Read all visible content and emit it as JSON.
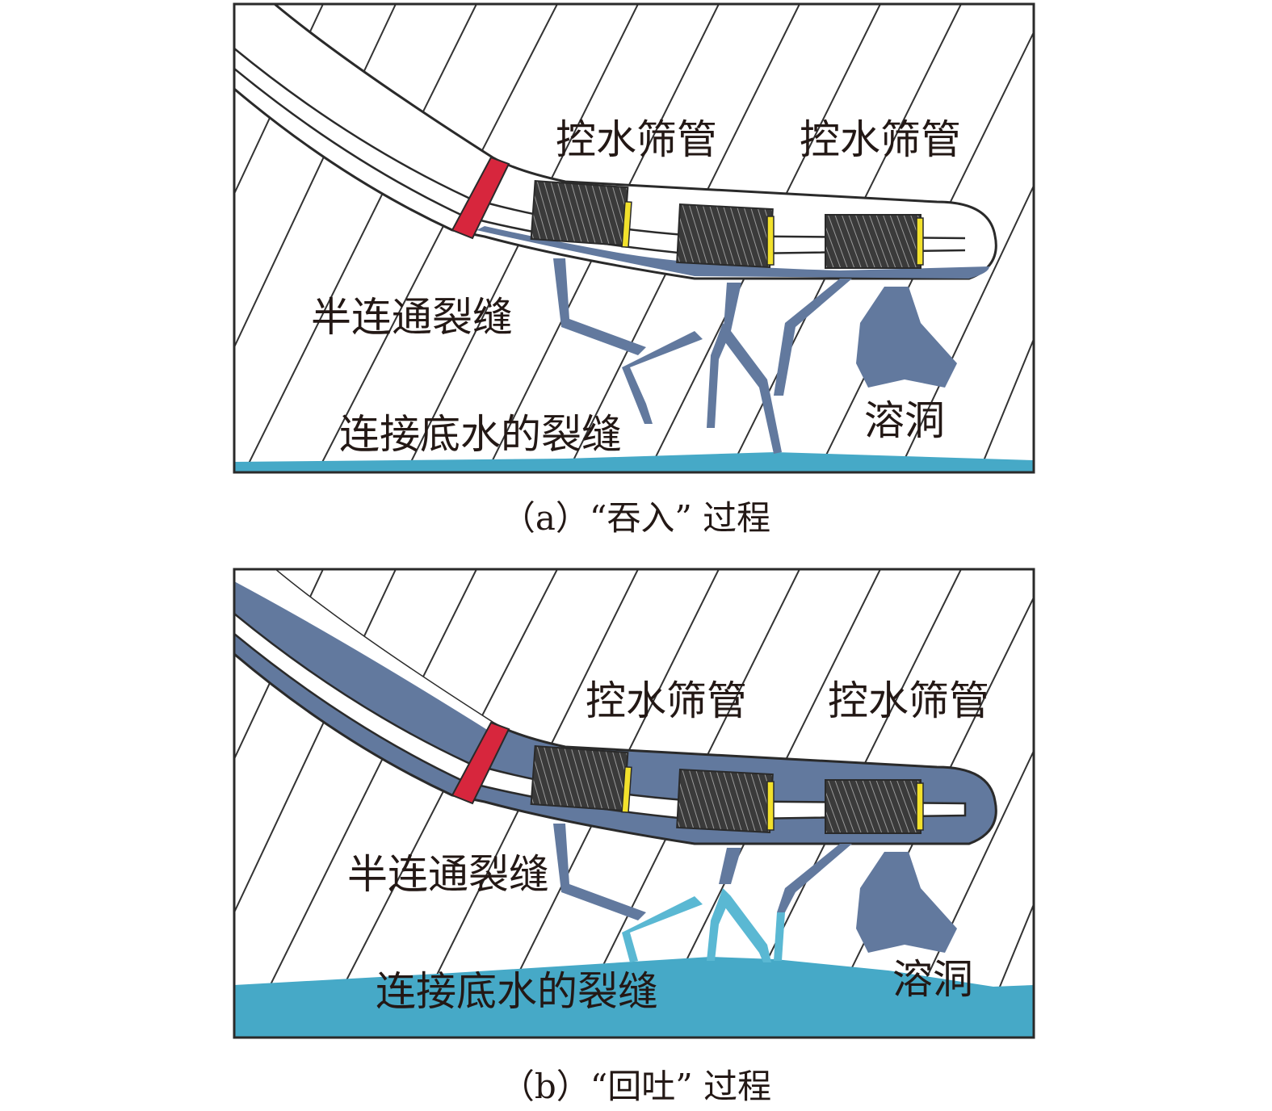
{
  "colors": {
    "red_packer": "#d7263d",
    "yellow_cap": "#f2e12c",
    "fracture_water": "#62799e",
    "bottom_water": "#46a9c7",
    "bottom_water_light": "#5ab8d3",
    "outline": "#2a2a2a"
  },
  "panel_a": {
    "labels": {
      "screen_1": "控水筛管",
      "screen_2": "控水筛管",
      "semi_fracture": "半连通裂缝",
      "bottom_fracture": "连接底水的裂缝",
      "cave": "溶洞"
    },
    "caption": "（a）“吞入” 过程"
  },
  "panel_b": {
    "labels": {
      "screen_1": "控水筛管",
      "screen_2": "控水筛管",
      "semi_fracture": "半连通裂缝",
      "bottom_fracture": "连接底水的裂缝",
      "cave": "溶洞"
    },
    "caption": "（b）“回吐” 过程"
  },
  "icons": {
    "screen_pipe": "hatched-screen-icon",
    "packer": "red-packer-icon"
  }
}
